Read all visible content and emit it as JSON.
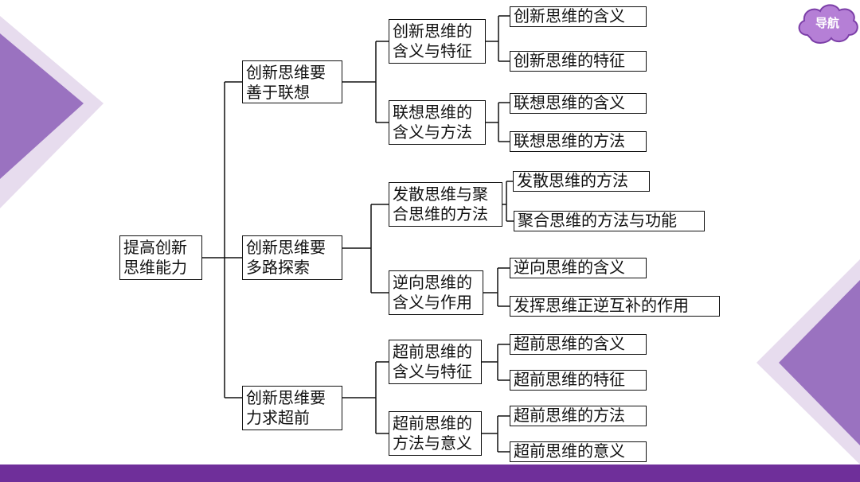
{
  "nav": {
    "label": "导航"
  },
  "mindmap": {
    "root": "提高创新思维能力",
    "branches": [
      {
        "label": "创新思维要善于联想",
        "subs": [
          {
            "label": "创新思维的含义与特征",
            "leaves": [
              "创新思维的含义",
              "创新思维的特征"
            ]
          },
          {
            "label": "联想思维的含义与方法",
            "leaves": [
              "联想思维的含义",
              "联想思维的方法"
            ]
          }
        ]
      },
      {
        "label": "创新思维要多路探索",
        "subs": [
          {
            "label": "发散思维与聚合思维的方法",
            "leaves": [
              "发散思维的方法",
              "聚合思维的方法与功能"
            ]
          },
          {
            "label": "逆向思维的含义与作用",
            "leaves": [
              "逆向思维的含义",
              "发挥思维正逆互补的作用"
            ]
          }
        ]
      },
      {
        "label": "创新思维要力求超前",
        "subs": [
          {
            "label": "超前思维的含义与特征",
            "leaves": [
              "超前思维的含义",
              "超前思维的特征"
            ]
          },
          {
            "label": "超前思维的方法与意义",
            "leaves": [
              "超前思维的方法",
              "超前思维的意义"
            ]
          }
        ]
      }
    ]
  }
}
